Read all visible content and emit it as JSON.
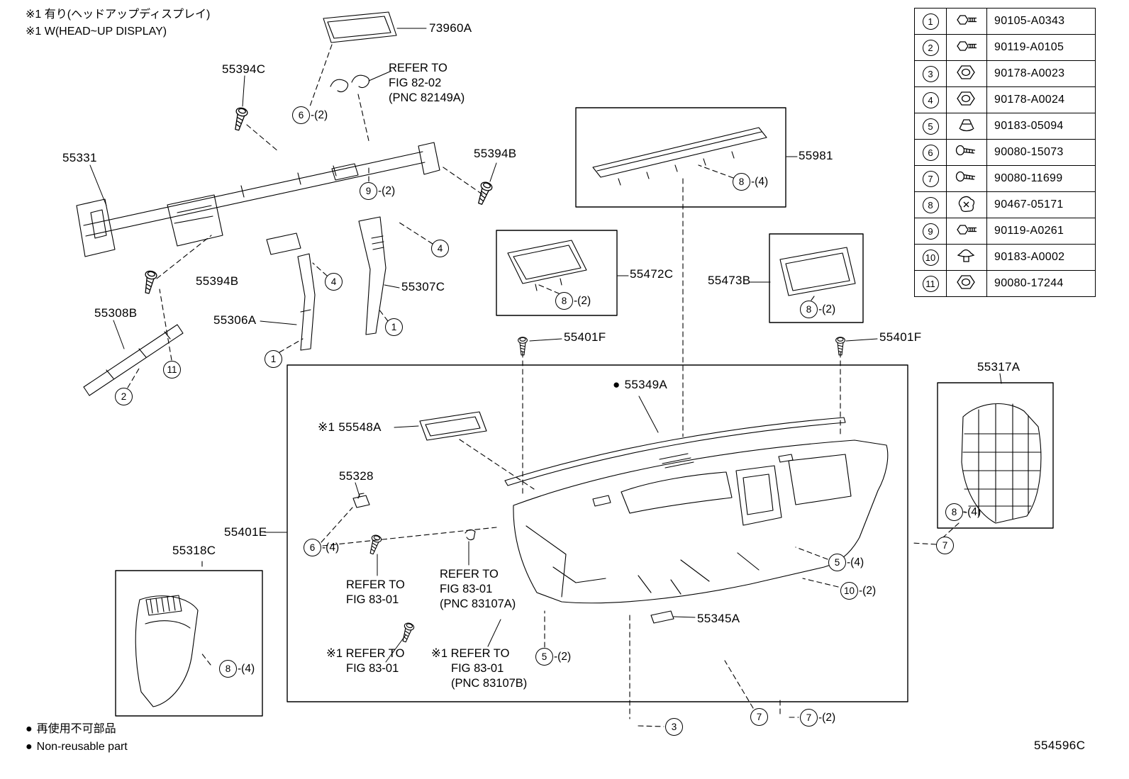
{
  "header_notes": {
    "line1_jp": "※1 有り(ヘッドアップディスプレイ)",
    "line2_en": "※1 W(HEAD~UP DISPLAY)"
  },
  "footer": {
    "bullet": "●",
    "note_jp": "再使用不可部品",
    "note_en": "Non-reusable part",
    "diagram_code": "554596C"
  },
  "parts_table": {
    "rows": [
      {
        "num": "1",
        "icon": "hex-bolt",
        "part": "90105-A0343"
      },
      {
        "num": "2",
        "icon": "flange-bolt",
        "part": "90119-A0105"
      },
      {
        "num": "3",
        "icon": "nut",
        "part": "90178-A0023"
      },
      {
        "num": "4",
        "icon": "nut",
        "part": "90178-A0024"
      },
      {
        "num": "5",
        "icon": "spring-clip",
        "part": "90183-05094"
      },
      {
        "num": "6",
        "icon": "washer-screw",
        "part": "90080-15073"
      },
      {
        "num": "7",
        "icon": "washer-screw",
        "part": "90080-11699"
      },
      {
        "num": "8",
        "icon": "claw-clip",
        "part": "90467-05171"
      },
      {
        "num": "9",
        "icon": "hex-bolt",
        "part": "90119-A0261"
      },
      {
        "num": "10",
        "icon": "grommet-clip",
        "part": "90183-A0002"
      },
      {
        "num": "11",
        "icon": "nut",
        "part": "90080-17244"
      }
    ]
  },
  "part_labels": {
    "p73960a": "73960A",
    "p55394c": "55394C",
    "p55331": "55331",
    "p55394b_r": "55394B",
    "p55394b_l": "55394B",
    "p55981": "55981",
    "p55307c": "55307C",
    "p55308b": "55308B",
    "p55306a": "55306A",
    "p55472c": "55472C",
    "p55473b": "55473B",
    "p55401f_l": "55401F",
    "p55401f_r": "55401F",
    "p55317a": "55317A",
    "p55349a_bullet": "●",
    "p55349a": "55349A",
    "p55548a": "※1 55548A",
    "p55328": "55328",
    "p55401e": "55401E",
    "p55318c": "55318C",
    "p55345a": "55345A"
  },
  "refer_notes": {
    "fig8202": [
      "REFER TO",
      "FIG 82-02",
      "(PNC 82149A)"
    ],
    "fig8301_left": [
      "REFER TO",
      "FIG 83-01"
    ],
    "fig8301_mid": [
      "REFER TO",
      "FIG 83-01",
      "(PNC 83107A)"
    ],
    "fig8301_star_left": [
      "※1 REFER TO",
      "FIG 83-01"
    ],
    "fig8301_star_mid": [
      "※1 REFER TO",
      "FIG 83-01",
      "(PNC 83107B)"
    ]
  },
  "callouts": [
    {
      "num": "6",
      "suffix": "-(2)"
    },
    {
      "num": "9",
      "suffix": "-(2)"
    },
    {
      "num": "4",
      "suffix": ""
    },
    {
      "num": "4",
      "suffix": ""
    },
    {
      "num": "1",
      "suffix": ""
    },
    {
      "num": "1",
      "suffix": ""
    },
    {
      "num": "11",
      "suffix": ""
    },
    {
      "num": "2",
      "suffix": ""
    },
    {
      "num": "8",
      "suffix": "-(4)"
    },
    {
      "num": "8",
      "suffix": "-(2)"
    },
    {
      "num": "8",
      "suffix": "-(2)"
    },
    {
      "num": "8",
      "suffix": "-(4)"
    },
    {
      "num": "7",
      "suffix": ""
    },
    {
      "num": "6",
      "suffix": "-(4)"
    },
    {
      "num": "5",
      "suffix": "-(4)"
    },
    {
      "num": "10",
      "suffix": "-(2)"
    },
    {
      "num": "8",
      "suffix": "-(4)"
    },
    {
      "num": "5",
      "suffix": "-(2)"
    },
    {
      "num": "3",
      "suffix": ""
    },
    {
      "num": "7",
      "suffix": ""
    },
    {
      "num": "7",
      "suffix": "-(2)"
    }
  ]
}
